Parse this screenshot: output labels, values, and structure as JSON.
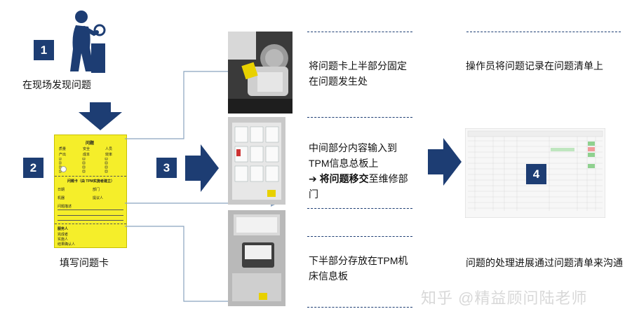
{
  "steps": {
    "s1": {
      "number": "1",
      "label": "在现场发现问题"
    },
    "s2": {
      "number": "2",
      "label": "填写问题卡"
    },
    "s3": {
      "number": "3"
    },
    "s4": {
      "number": "4"
    }
  },
  "card": {
    "title": "问题",
    "form_title": "问题卡（由 TPM实施者建立）",
    "fields": [
      "日期",
      "部门",
      "机器",
      "提议人",
      "问题描述",
      "服务人",
      "完成者",
      "实施人",
      "结果确认人"
    ],
    "categories": [
      "质量",
      "安全",
      "人员",
      "产出",
      "成本",
      "效率"
    ]
  },
  "texts": {
    "top": "将问题卡上半部分固定在问题发生处",
    "middle_line1": "中间部分内容输入到TPM信息总板上",
    "middle_arrow": "➔ ",
    "middle_bold": "将问题移交",
    "middle_tail": "至维修部门",
    "bottom": "下半部分存放在TPM机床信息板",
    "right_top": "操作员将问题记录在问题清单上",
    "right_bottom": "问题的处理进展通过问题清单来沟通"
  },
  "watermark": "知乎 @精益顾问陆老师",
  "colors": {
    "navy": "#1d3d73",
    "card_yellow": "#f5ee2a",
    "connector": "#8aa3bf"
  }
}
